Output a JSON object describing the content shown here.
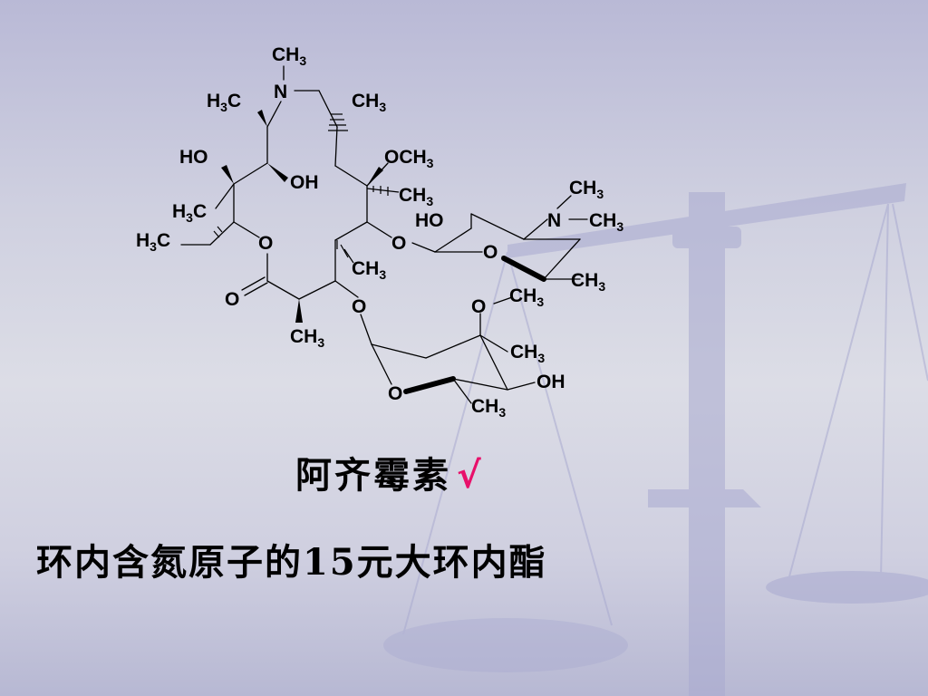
{
  "slide": {
    "title_text": "阿齐霉素",
    "check_symbol": "√",
    "description": "环内含氮原子的15元大环内酯",
    "check_color": "#e8106a"
  },
  "molecule_labels": {
    "n_methyl_top": "CH",
    "n_top": "N",
    "h3c_upper": "H",
    "ch3_right_top": "CH",
    "ho_left": "HO",
    "oh_mid": "OH",
    "och3": "OCH",
    "ch3_mid": "CH",
    "h3c_mid": "H",
    "ho_sugar": "HO",
    "n_sugar": "N",
    "n_ch3_right": "CH",
    "ch3_sugar_top": "CH",
    "h3c_ethyl": "H",
    "o_ring_lactone": "O",
    "o_link_sugar": "O",
    "o_sugar_ring": "O",
    "ch3_ring": "CH",
    "ch3_sugar_bottom": "CH",
    "o_carbonyl": "O",
    "o_cladinose_link": "O",
    "o_methoxy_clad": "O",
    "ch3_clad_methoxy": "CH",
    "ch3_alpha": "CH",
    "ch3_clad": "CH",
    "o_clad_ring": "O",
    "oh_clad": "OH",
    "ch3_clad_bottom": "CH"
  }
}
